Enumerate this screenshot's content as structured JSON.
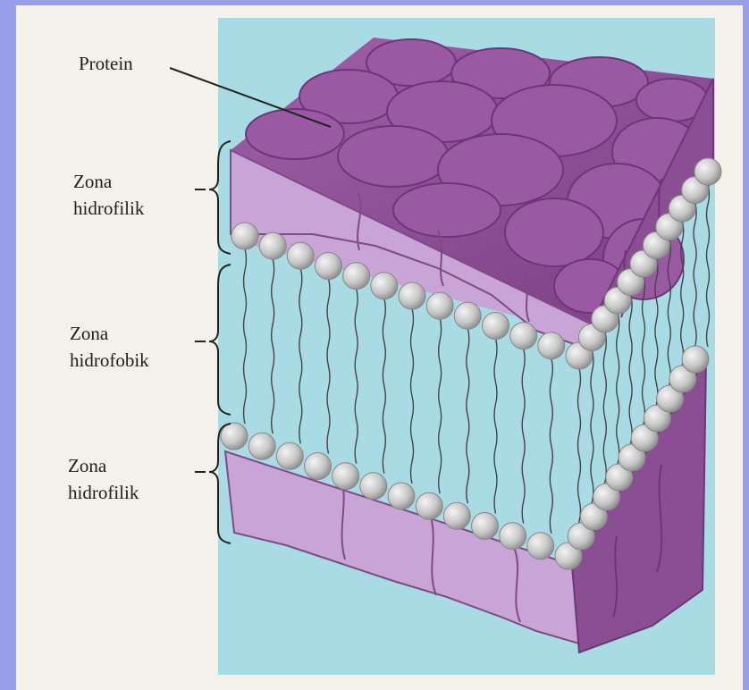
{
  "labels": {
    "protein": "Protein",
    "upper_zone": {
      "line1": "Zona",
      "line2": "hidrofilik"
    },
    "middle_zone": {
      "line1": "Zona",
      "line2": "hidrofobik"
    },
    "lower_zone": {
      "line1": "Zona",
      "line2": "hidrofilik"
    }
  },
  "colors": {
    "slide_background": "#9a9ee8",
    "paper": "#f4f0ea",
    "panel_background": "#a9dbe5",
    "protein_top": "#8e4f96",
    "protein_front": "#c9a4d6",
    "protein_side": "#8a4f92",
    "phospholipid_head": "#c8c8c8",
    "lipid_tail": "#444444"
  }
}
